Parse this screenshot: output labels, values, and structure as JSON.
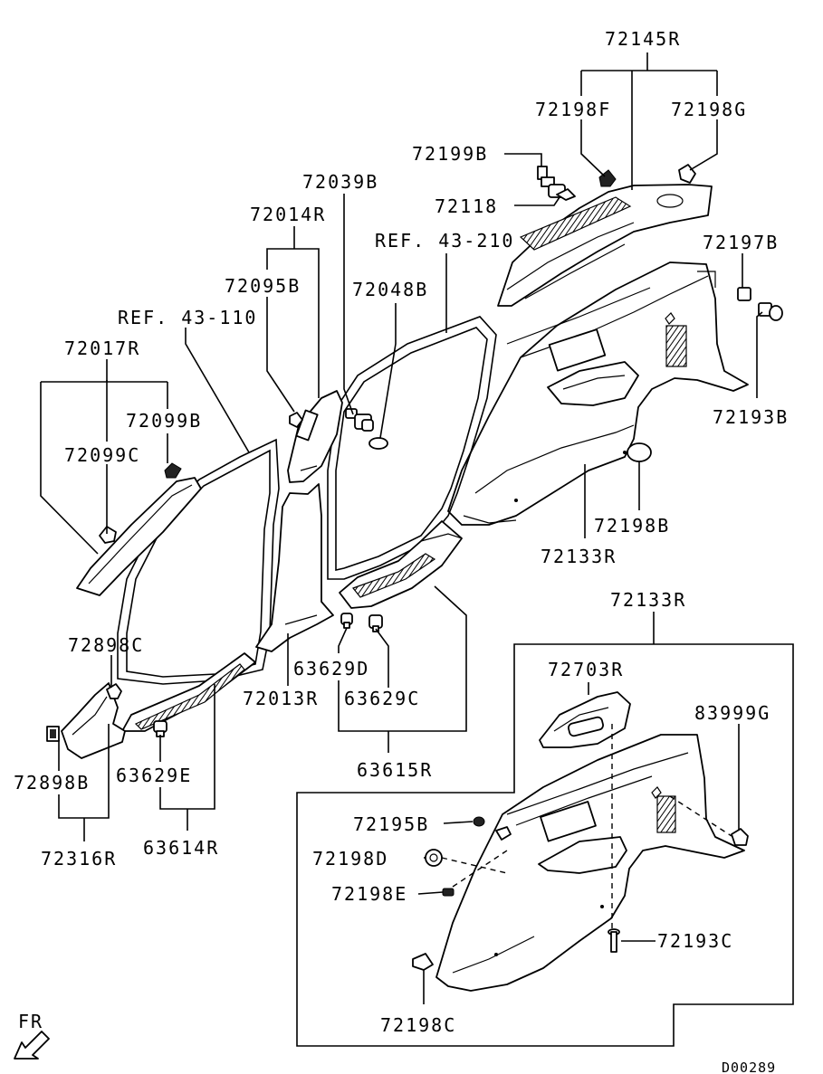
{
  "diagram": {
    "part_labels": {
      "p72145R": "72145R",
      "p72198F": "72198F",
      "p72198G": "72198G",
      "p72199B": "72199B",
      "p72118": "72118",
      "p72039B": "72039B",
      "p72014R": "72014R",
      "ref43210": "REF. 43-210",
      "p72197B": "72197B",
      "p72095B": "72095B",
      "p72048B": "72048B",
      "ref43110": "REF. 43-110",
      "p72017R": "72017R",
      "p72099B": "72099B",
      "p72193B": "72193B",
      "p72099C": "72099C",
      "p72198B": "72198B",
      "p72133R_a": "72133R",
      "p72133R_b": "72133R",
      "p72898C": "72898C",
      "p72703R": "72703R",
      "p63629D": "63629D",
      "p83999G": "83999G",
      "p72013R": "72013R",
      "p63629C": "63629C",
      "p72898B": "72898B",
      "p63629E": "63629E",
      "p63615R": "63615R",
      "p72195B": "72195B",
      "p72316R": "72316R",
      "p63614R": "63614R",
      "p72198D": "72198D",
      "p72198E": "72198E",
      "p72193C": "72193C",
      "p72198C": "72198C"
    },
    "direction_label": "FR",
    "drawing_id": "D00289"
  }
}
